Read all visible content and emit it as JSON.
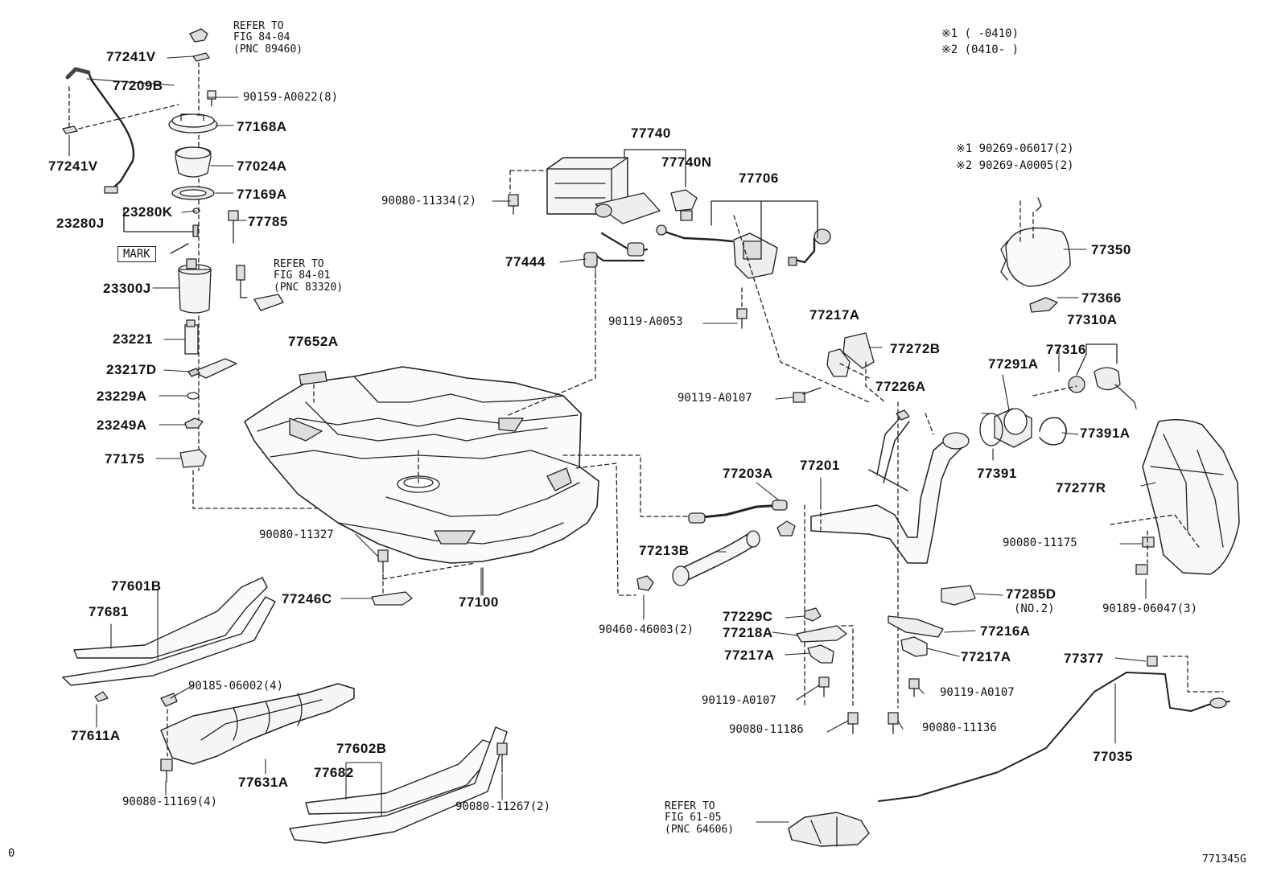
{
  "notes": {
    "n1": "※1 (     -0410)",
    "n2": "※2 (0410-     )"
  },
  "refs": {
    "r1": {
      "l1": "REFER TO",
      "l2": "FIG 84-04",
      "l3": "(PNC 89460)"
    },
    "r2": {
      "l1": "REFER TO",
      "l2": "FIG 84-01",
      "l3": "(PNC 83320)"
    },
    "r3": {
      "l1": "REFER TO",
      "l2": "FIG 61-05",
      "l3": "(PNC 64606)"
    }
  },
  "mark_label": "MARK",
  "labels": {
    "p77241V_a": "77241V",
    "p77209B": "77209B",
    "p90159": "90159-A0022(8)",
    "p77168A": "77168A",
    "p77241V_b": "77241V",
    "p77024A": "77024A",
    "p77169A": "77169A",
    "p23280K": "23280K",
    "p23280J": "23280J",
    "p77785": "77785",
    "p23300J": "23300J",
    "p23221": "23221",
    "p23217D": "23217D",
    "p23229A": "23229A",
    "p23249A": "23249A",
    "p77175": "77175",
    "p77740": "77740",
    "p77740N": "77740N",
    "p77706": "77706",
    "p90080_11334": "90080-11334(2)",
    "p77444": "77444",
    "p90119_A0053": "90119-A0053",
    "p77652A": "77652A",
    "p77217A_top": "77217A",
    "p77272B": "77272B",
    "p90119_A0107_top": "90119-A0107",
    "p77226A": "77226A",
    "p90269_1": "※1 90269-06017(2)",
    "p90269_2": "※2 90269-A0005(2)",
    "p77350": "77350",
    "p77366": "77366",
    "p77310A": "77310A",
    "p77316": "77316",
    "p77291A": "77291A",
    "p77391A": "77391A",
    "p77391": "77391",
    "p77277R": "77277R",
    "p90080_11175": "90080-11175",
    "p90189": "90189-06047(3)",
    "p77203A": "77203A",
    "p77201": "77201",
    "p77213B": "77213B",
    "p90080_11327": "90080-11327",
    "p77246C": "77246C",
    "p77100": "77100",
    "p90460": "90460-46003(2)",
    "p77218A": "77218A",
    "p77229C": "77229C",
    "p77217A_mid": "77217A",
    "p90119_A0107_low": "90119-A0107",
    "p90080_11186": "90080-11186",
    "p77285D": "77285D",
    "p77285D_no": "(NO.2)",
    "p77216A": "77216A",
    "p77217A_right": "77217A",
    "p90119_A0107_right": "90119-A0107",
    "p90080_11136": "90080-11136",
    "p77377": "77377",
    "p77035": "77035",
    "p77601B": "77601B",
    "p77681": "77681",
    "p90185": "90185-06002(4)",
    "p77611A": "77611A",
    "p77631A": "77631A",
    "p90080_11169": "90080-11169(4)",
    "p77602B": "77602B",
    "p77682": "77682",
    "p90080_11267": "90080-11267(2)"
  },
  "footer": {
    "left": "0",
    "right": "771345G"
  }
}
